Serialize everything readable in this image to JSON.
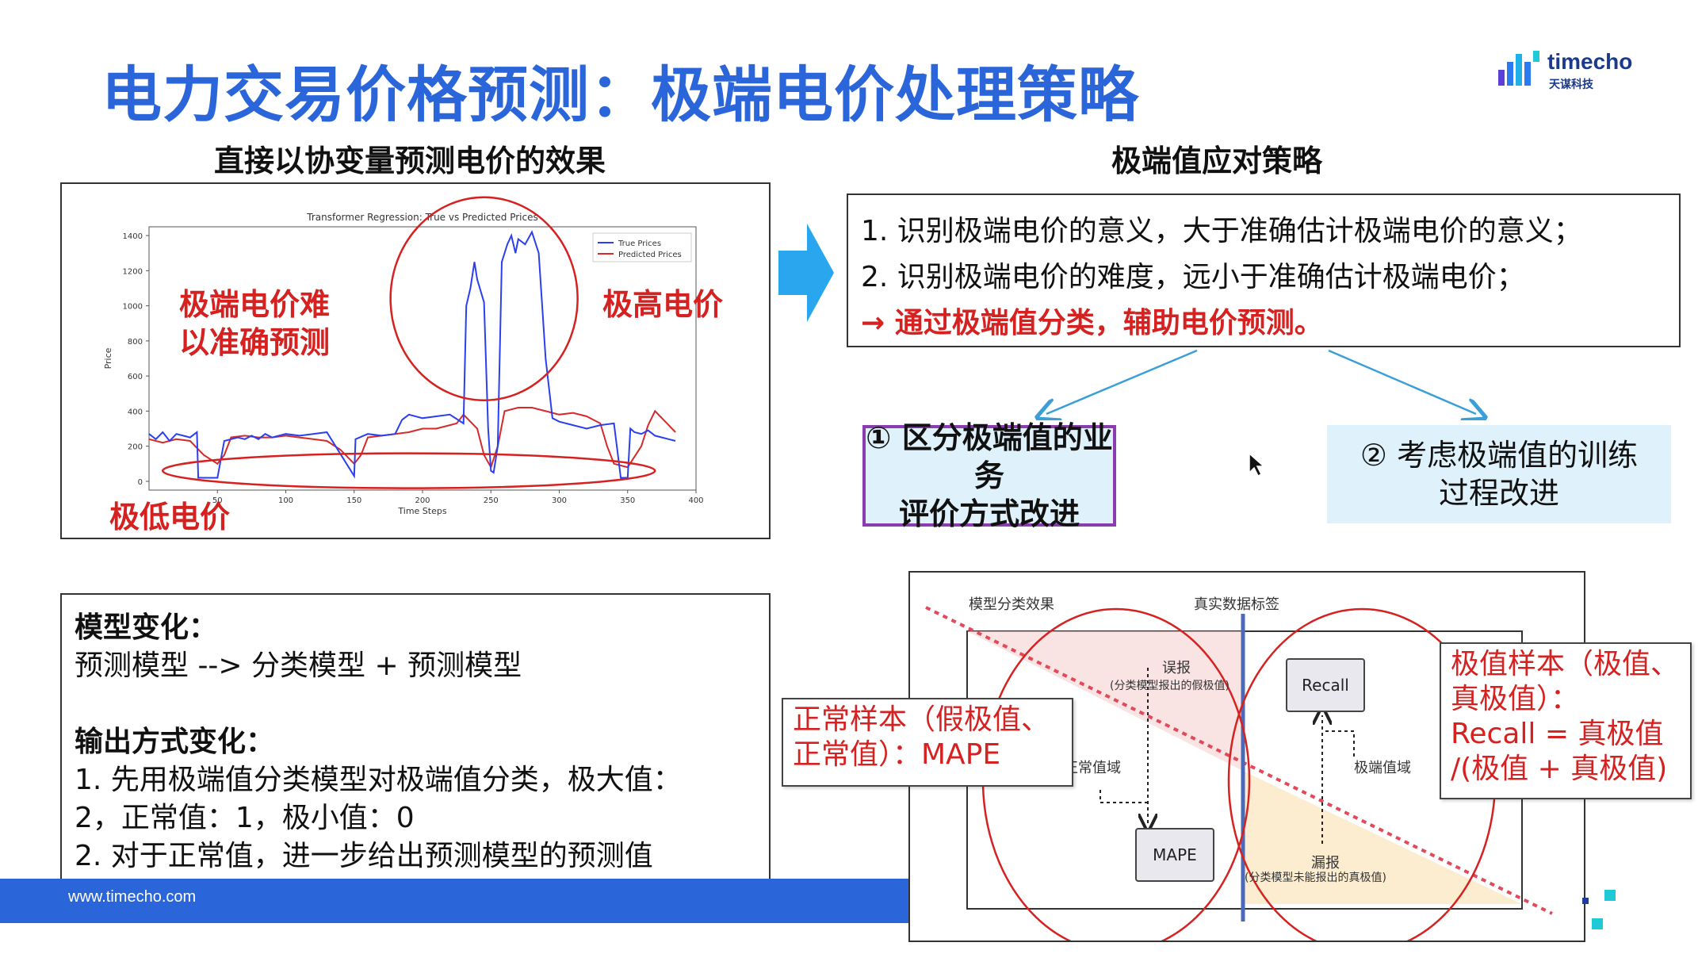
{
  "slide": {
    "title": "电力交易价格预测：极端电价处理策略",
    "logo": {
      "name": "timecho",
      "sub": "天谋科技"
    },
    "footer_url": "www.timecho.com"
  },
  "left": {
    "heading": "直接以协变量预测电价的效果",
    "annotations": {
      "hard_to_predict_1": "极端电价难",
      "hard_to_predict_2": "以准确预测",
      "high_price": "极高电价",
      "low_price": "极低电价"
    }
  },
  "chart_data": {
    "type": "line",
    "title": "Transformer Regression: True vs Predicted Prices",
    "xlabel": "Time Steps",
    "ylabel": "Price",
    "xlim": [
      0,
      400
    ],
    "ylim": [
      -50,
      1450
    ],
    "xticks": [
      "50",
      "100",
      "150",
      "200",
      "250",
      "300",
      "350",
      "400"
    ],
    "yticks": [
      "0",
      "200",
      "400",
      "600",
      "800",
      "1000",
      "1200",
      "1400"
    ],
    "legend": "top-right",
    "series": [
      {
        "name": "True Prices",
        "color": "#2b3ff0",
        "x": [
          0,
          5,
          10,
          15,
          20,
          25,
          30,
          35,
          36,
          50,
          55,
          60,
          65,
          70,
          75,
          80,
          85,
          90,
          100,
          110,
          120,
          130,
          150,
          151,
          160,
          170,
          180,
          185,
          190,
          200,
          210,
          220,
          230,
          232,
          235,
          238,
          240,
          245,
          248,
          250,
          252,
          255,
          258,
          260,
          262,
          265,
          268,
          270,
          275,
          280,
          285,
          290,
          295,
          300,
          310,
          320,
          330,
          340,
          345,
          350,
          352,
          355,
          360,
          365,
          370,
          375,
          380,
          385
        ],
        "y": [
          270,
          240,
          280,
          230,
          270,
          260,
          250,
          280,
          20,
          20,
          230,
          240,
          250,
          240,
          260,
          240,
          270,
          250,
          270,
          260,
          270,
          280,
          30,
          240,
          270,
          260,
          270,
          350,
          380,
          360,
          370,
          380,
          330,
          1000,
          1100,
          1250,
          1150,
          1020,
          300,
          60,
          50,
          200,
          1250,
          1300,
          1350,
          1400,
          1300,
          1380,
          1350,
          1420,
          1300,
          700,
          360,
          340,
          320,
          300,
          320,
          330,
          20,
          20,
          300,
          280,
          270,
          290,
          260,
          250,
          240,
          230
        ]
      },
      {
        "name": "Predicted Prices",
        "color": "#d62a2a",
        "x": [
          0,
          10,
          20,
          30,
          40,
          50,
          55,
          60,
          70,
          80,
          90,
          100,
          110,
          120,
          130,
          140,
          150,
          155,
          160,
          170,
          180,
          190,
          200,
          210,
          220,
          225,
          230,
          240,
          245,
          250,
          255,
          260,
          270,
          280,
          290,
          300,
          310,
          320,
          330,
          335,
          340,
          350,
          360,
          365,
          370,
          380,
          385
        ],
        "y": [
          240,
          220,
          240,
          230,
          150,
          100,
          150,
          250,
          260,
          250,
          250,
          260,
          250,
          240,
          230,
          180,
          100,
          150,
          250,
          260,
          270,
          280,
          300,
          300,
          320,
          330,
          380,
          300,
          150,
          80,
          200,
          400,
          420,
          420,
          400,
          380,
          390,
          370,
          330,
          200,
          100,
          80,
          200,
          320,
          400,
          320,
          280
        ]
      }
    ]
  },
  "right": {
    "heading": "极端值应对策略",
    "points": [
      "1. 识别极端电价的意义，大于准确估计极端电价的意义；",
      "2. 识别极端电价的难度，远小于准确估计极端电价；",
      "→ 通过极端值分类，辅助电价预测。"
    ],
    "option1": {
      "line1": "① 区分极端值的业务",
      "line2": "评价方式改进"
    },
    "option2": {
      "line1": "② 考虑极端值的训练",
      "line2": "过程改进"
    }
  },
  "model": {
    "change_title": "模型变化：",
    "change_text": "预测模型 --> 分类模型 + 预测模型",
    "output_title": "输出方式变化：",
    "output_lines": [
      "1. 先用极端值分类模型对极端值分类，极大值：",
      "2，正常值：1，极小值：0",
      "2. 对于正常值，进一步给出预测模型的预测值"
    ]
  },
  "diagram": {
    "col_left": "模型分类效果",
    "col_right": "真实数据标签",
    "false_alarm": "误报",
    "false_alarm_desc": "(分类模型报出的假极值)",
    "normal_domain": "正常值域",
    "extreme_domain": "极端值域",
    "miss": "漏报",
    "miss_desc": "(分类模型未能报出的真极值)",
    "recall_box": "Recall",
    "mape_box": "MAPE",
    "callout_left": {
      "line1": "正常样本（假极值、",
      "line2": "正常值）：MAPE"
    },
    "callout_right": {
      "line1": "极值样本（极值、",
      "line2": "真极值）：",
      "line3": "Recall = 真极值",
      "line4": "/(极值 + 真极值)"
    }
  }
}
